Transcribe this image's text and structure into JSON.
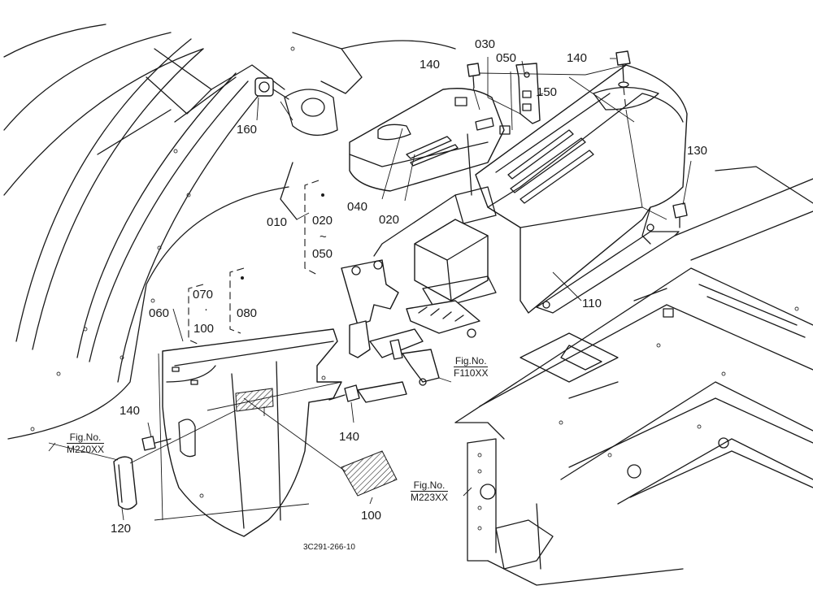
{
  "labels": {
    "p010": "010",
    "p020a": "020",
    "p020b": "020",
    "tilde": "~",
    "p050a": "050",
    "p050b": "050",
    "p030": "030",
    "p040": "040",
    "p060": "060",
    "p070": "070",
    "dot": "·",
    "p100a": "100",
    "p100b": "100",
    "p080": "080",
    "p110": "110",
    "p120": "120",
    "p130": "130",
    "p140a": "140",
    "p140b": "140",
    "p140c": "140",
    "p140d": "140",
    "p150": "150",
    "p160": "160"
  },
  "refs": {
    "f110": {
      "line1": "Fig.No.",
      "line2": "F110XX"
    },
    "m220": {
      "line1": "Fig.No.",
      "line2": "M220XX"
    },
    "m223": {
      "line1": "Fig.No.",
      "line2": "M223XX"
    }
  },
  "drawing_code": "3C291-266-10"
}
